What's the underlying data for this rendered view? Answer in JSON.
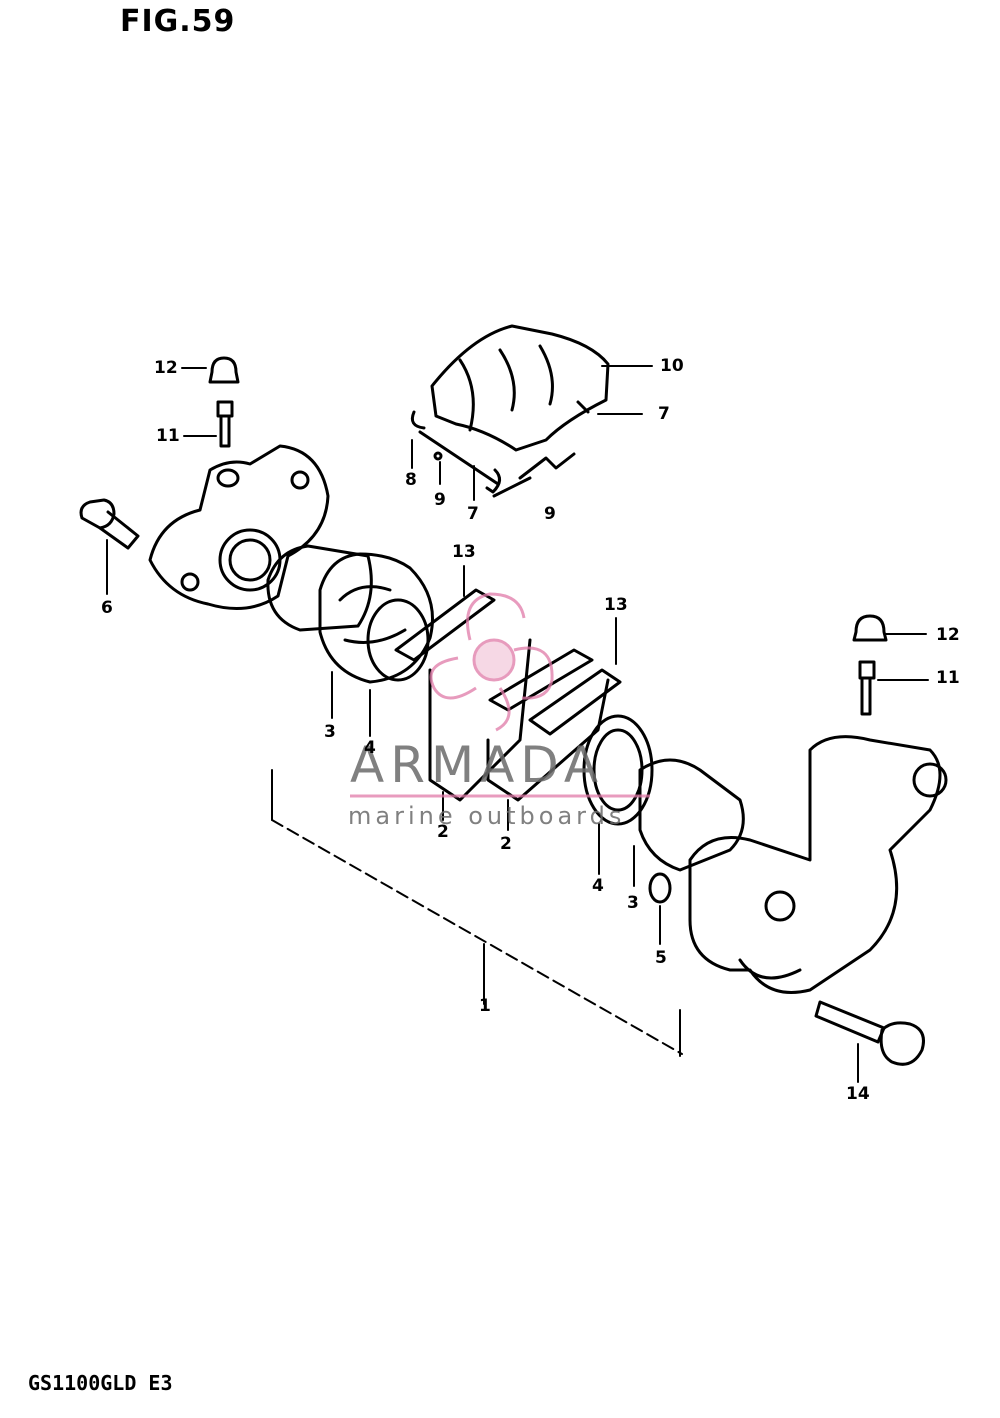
{
  "figure": {
    "title": "FIG.59",
    "model": "GS1100GLD  E3"
  },
  "callouts": [
    {
      "id": "c12a",
      "label": "12"
    },
    {
      "id": "c11a",
      "label": "11"
    },
    {
      "id": "c6",
      "label": "6"
    },
    {
      "id": "c10",
      "label": "10"
    },
    {
      "id": "c7a",
      "label": "7"
    },
    {
      "id": "c8",
      "label": "8"
    },
    {
      "id": "c9a",
      "label": "9"
    },
    {
      "id": "c7b",
      "label": "7"
    },
    {
      "id": "c9b",
      "label": "9"
    },
    {
      "id": "c13a",
      "label": "13"
    },
    {
      "id": "c13b",
      "label": "13"
    },
    {
      "id": "c3a",
      "label": "3"
    },
    {
      "id": "c4a",
      "label": "4"
    },
    {
      "id": "c2a",
      "label": "2"
    },
    {
      "id": "c2b",
      "label": "2"
    },
    {
      "id": "c4b",
      "label": "4"
    },
    {
      "id": "c3b",
      "label": "3"
    },
    {
      "id": "c5",
      "label": "5"
    },
    {
      "id": "c12b",
      "label": "12"
    },
    {
      "id": "c11b",
      "label": "11"
    },
    {
      "id": "c1",
      "label": "1"
    },
    {
      "id": "c14",
      "label": "14"
    }
  ],
  "watermark": {
    "name": "ARMADA",
    "tagline": "marine outboards",
    "accent": "#e07aa8"
  }
}
